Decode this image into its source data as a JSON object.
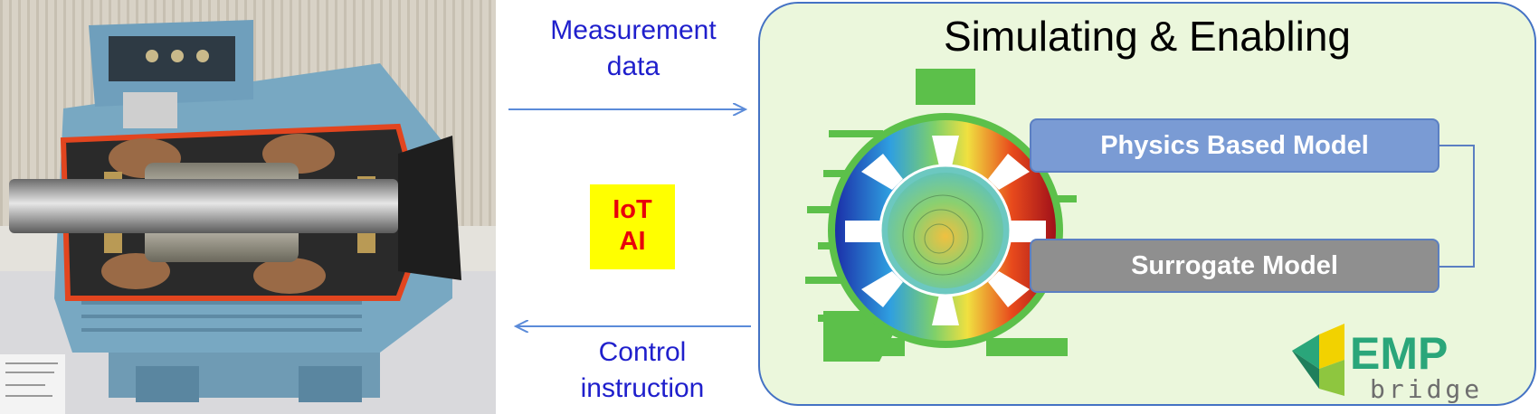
{
  "labels": {
    "measurement": "Measurement data",
    "control": "Control instruction",
    "iot": "IoT",
    "ai": "AI"
  },
  "panel": {
    "title": "Simulating & Enabling",
    "physics_model": "Physics Based Model",
    "surrogate_model": "Surrogate Model"
  },
  "logo": {
    "text_main": "EMP",
    "text_sub": "bridge"
  },
  "colors": {
    "flow_text": "#1f1fcc",
    "arrow": "#5b8bd9",
    "iot_bg": "#ffff00",
    "iot_text": "#e8000b",
    "panel_bg": "#ebf7dc",
    "panel_border": "#4472c4",
    "physics_box": "#7a9bd4",
    "surrogate_box": "#8f8f8f",
    "logo_text": "#2aa67a"
  },
  "icons": {
    "photo": "electric-motor-cutaway-photo",
    "simulation": "motor-field-simulation-icon",
    "logo": "emp-bridge-logo-icon"
  }
}
